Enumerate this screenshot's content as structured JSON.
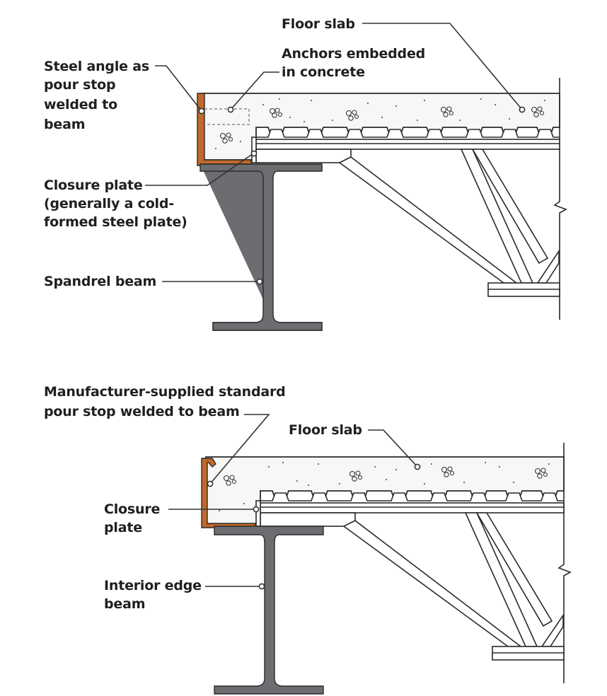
{
  "top_detail": {
    "labels": {
      "floor_slab": "Floor slab",
      "anchors": [
        "Anchors embedded",
        "in concrete"
      ],
      "steel_angle": [
        "Steel angle as",
        "pour stop",
        "welded to",
        "beam"
      ],
      "closure_plate": [
        "Closure plate",
        "(generally a cold-",
        "formed steel plate)"
      ],
      "spandrel_beam": "Spandrel beam"
    }
  },
  "bottom_detail": {
    "labels": {
      "pour_stop": [
        "Manufacturer-supplied standard",
        "pour stop welded to beam"
      ],
      "floor_slab": "Floor slab",
      "closure_plate": [
        "Closure",
        "plate"
      ],
      "interior_edge_beam": [
        "Interior edge",
        "beam"
      ]
    }
  },
  "colors": {
    "steel": "#6b6d70",
    "pour_stop_angle": "#c0692b",
    "line": "#2a2a2a"
  }
}
